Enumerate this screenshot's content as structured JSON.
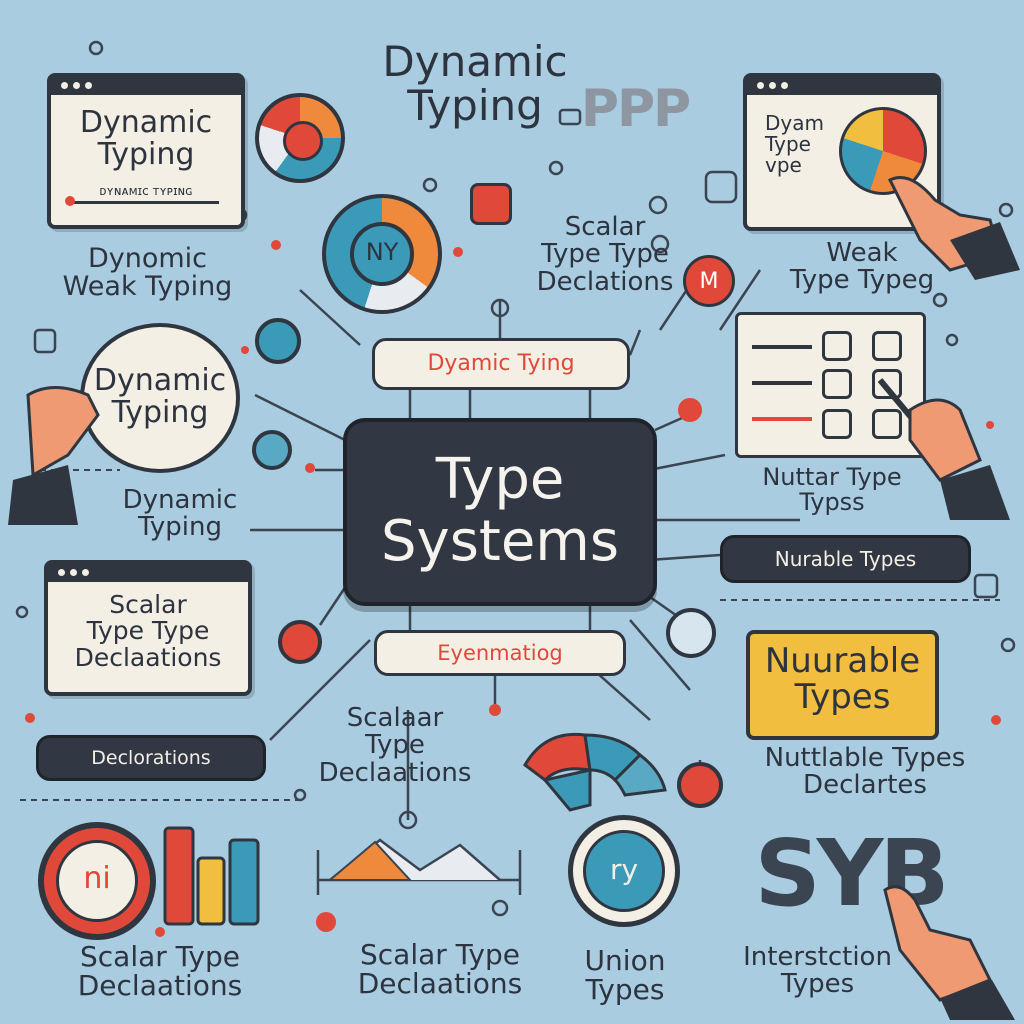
{
  "center": {
    "line1": "Type",
    "line2": "Systems"
  },
  "top_title": {
    "line1": "Dynamic",
    "line2": "Typing",
    "badge": "PPP"
  },
  "top_left_card": {
    "line1": "Dynamic",
    "line2": "Typing",
    "sub": "ᴅʏɴᴀᴍɪᴄ ᴛʏᴘɪɴɢ"
  },
  "top_right_card": {
    "line1": "Dyam",
    "line2": "Type",
    "line3": "vpe"
  },
  "labels": {
    "dynamic_weak": {
      "line1": "Dynomic",
      "line2": "Weak Typing"
    },
    "scalar_top": {
      "line1": "Scalar",
      "line2": "Type Type",
      "line3": "Declations"
    },
    "weak_type": {
      "line1": "Weak",
      "line2": "Type Typeg"
    },
    "dynamic_typing_left": {
      "line1": "Dynamic",
      "line2": "Typing"
    },
    "nuttar_type": {
      "line1": "Nuttar Type",
      "line2": "Typss"
    },
    "scalar_middle": {
      "line1": "Scalaar",
      "line2": "Type",
      "line3": "Declaations"
    },
    "nuttlable": {
      "line1": "Nuttlable Types",
      "line2": "Declartes"
    },
    "scalar_bottom_left": {
      "line1": "Scalar Type",
      "line2": "Declaations"
    },
    "scalar_bottom_center": {
      "line1": "Scalar Type",
      "line2": "Declaations"
    },
    "union": {
      "line1": "Union",
      "line2": "Types"
    },
    "intersection": {
      "line1": "Interstction",
      "line2": "Types"
    }
  },
  "circle_note": {
    "line1": "Dynamic",
    "line2": "Typing"
  },
  "pills": {
    "dynamic_typing": "Dyamic Tying",
    "eyenmatiog": "Eyenmatiog",
    "nurable_types": "Nurable Types",
    "declorations": "Declorations"
  },
  "left_card": {
    "line1": "Scalar",
    "line2": "Type Type",
    "line3": "Declaations"
  },
  "yellow_card": {
    "line1": "Nuurable",
    "line2": "Types"
  },
  "icons": {
    "ny": "NY",
    "ni": "ni",
    "ry": "ry",
    "m": "M",
    "syb": "SYB"
  },
  "colors": {
    "background": "#a9cce0",
    "dark": "#313844",
    "red": "#e0493a",
    "teal": "#3b9ab8",
    "orange": "#ef8a3c",
    "yellow": "#f2be3f",
    "cream": "#f4efe4"
  }
}
